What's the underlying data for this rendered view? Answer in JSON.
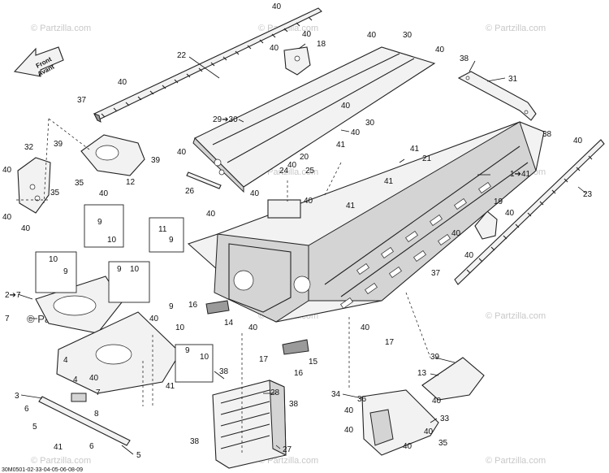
{
  "watermark": "© Partzilla.com",
  "diagram_code": "30M0501-02-33-04-05-06-08-09",
  "front_label": [
    "Front",
    "Avant"
  ],
  "callouts": {
    "c40_top": "40",
    "c22": "22",
    "c40_a": "40",
    "c37_a": "37",
    "c18": "18",
    "c40_18a": "40",
    "c40_18b": "40",
    "c40_30": "40",
    "c30_top": "30",
    "c40_30b": "40",
    "c38_31": "38",
    "c31": "31",
    "c38_r": "38",
    "c40_tr": "40",
    "c23": "23",
    "c1_41": "1➔41",
    "c29_30": "29➔30",
    "c40_mid": "40",
    "c30_mid": "30",
    "c40_mid2": "40",
    "c41_a": "41",
    "c20": "20",
    "c40_20": "40",
    "c41_b": "41",
    "c21": "21",
    "c41_c": "41",
    "c32": "32",
    "c39_a": "39",
    "c40_32": "40",
    "c35_a": "35",
    "c40_32b": "40",
    "c40_32c": "40",
    "c39_b": "39",
    "c35_b": "35",
    "c40_12": "40",
    "c12": "12",
    "c40_26": "40",
    "c26": "26",
    "c24": "24",
    "c25": "25",
    "c40_24": "40",
    "c40_cen": "40",
    "c40_cen2": "40",
    "c41_d": "41",
    "c9_a": "9",
    "c10_a": "10",
    "c11": "11",
    "c9_b": "9",
    "c19": "19",
    "c40_19": "40",
    "c40_19b": "40",
    "c37_b": "37",
    "c40_37b": "40",
    "c10_b": "10",
    "c9_c": "9",
    "c9_d": "9",
    "c10_c": "10",
    "c2_7": "2➔7",
    "c7_a": "7",
    "c16_a": "16",
    "c14": "14",
    "c9_e": "9",
    "c40_f": "40",
    "c10_d": "10",
    "c17_a": "17",
    "c40_g": "40",
    "c17_b": "17",
    "c40_h": "40",
    "c15": "15",
    "c16_b": "16",
    "c9_f": "9",
    "c10_e": "10",
    "c4_a": "4",
    "c40_i": "40",
    "c41_e": "41",
    "c4_b": "4",
    "c7_b": "7",
    "c3": "3",
    "c6_a": "6",
    "c8": "8",
    "c5_a": "5",
    "c41_f": "41",
    "c6_b": "6",
    "c5_b": "5",
    "c38_27": "38",
    "c28": "28",
    "c38_27b": "38",
    "c38_27c": "38",
    "c27": "27",
    "c39_c": "39",
    "c13": "13",
    "c40_13": "40",
    "c34": "34",
    "c36": "36",
    "c40_36": "40",
    "c40_36b": "40",
    "c33": "33",
    "c40_33": "40",
    "c35_c": "35",
    "c40_33b": "40"
  }
}
